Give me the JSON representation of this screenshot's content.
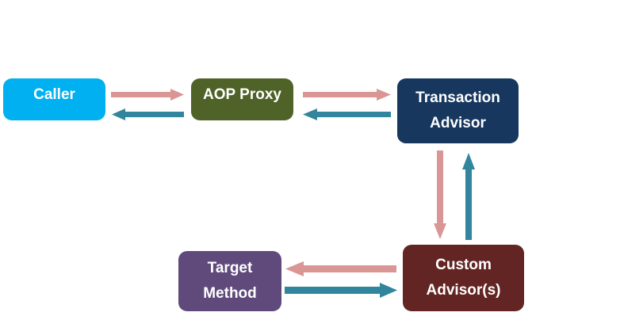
{
  "nodes": {
    "caller": {
      "label": "Caller",
      "color": "#00b0f0"
    },
    "aop_proxy": {
      "label": "AOP Proxy",
      "color": "#4f6228"
    },
    "transaction_advisor": {
      "line1": "Transaction",
      "line2": "Advisor",
      "color": "#17375e"
    },
    "custom_advisor": {
      "line1": "Custom",
      "line2": "Advisor(s)",
      "color": "#632523"
    },
    "target_method": {
      "line1": "Target",
      "line2": "Method",
      "color": "#604a7b"
    }
  },
  "colors": {
    "request_arrow": "#d99694",
    "response_arrow": "#31859c"
  }
}
